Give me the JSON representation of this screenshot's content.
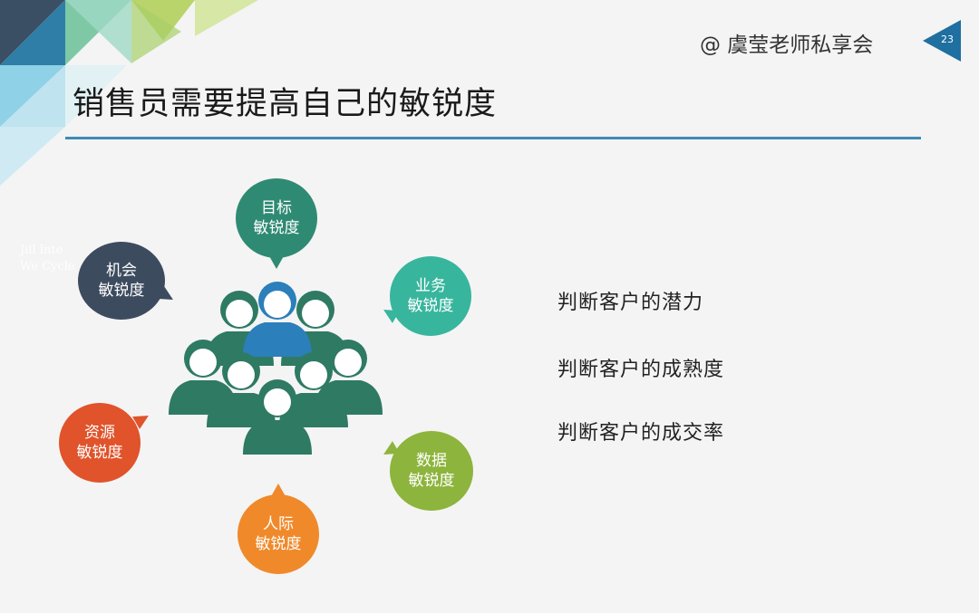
{
  "header": {
    "brand": "@ 虞莹老师私享会",
    "page_number": "23",
    "title": "销售员需要提高自己的敏锐度"
  },
  "watermark": {
    "line1": "Jill          lnte",
    "line2": "We        Cycle"
  },
  "bubbles": [
    {
      "id": "goal",
      "line1": "目标",
      "line2": "敏锐度",
      "color": "#2f8a73"
    },
    {
      "id": "business",
      "line1": "业务",
      "line2": "敏锐度",
      "color": "#38b59d"
    },
    {
      "id": "data",
      "line1": "数据",
      "line2": "敏锐度",
      "color": "#8db43c"
    },
    {
      "id": "people",
      "line1": "人际",
      "line2": "敏锐度",
      "color": "#f0892a"
    },
    {
      "id": "resource",
      "line1": "资源",
      "line2": "敏锐度",
      "color": "#e0532b"
    },
    {
      "id": "opportunity",
      "line1": "机会",
      "line2": "敏锐度",
      "color": "#3d4b5f"
    }
  ],
  "colors": {
    "accent_rule": "#3e8cb5",
    "people_green": "#2e7a63",
    "people_blue": "#2b7fba",
    "page_tab": "#1f6fa0"
  },
  "points": [
    "判断客户的潜力",
    "判断客户的成熟度",
    "判断客户的成交率"
  ]
}
